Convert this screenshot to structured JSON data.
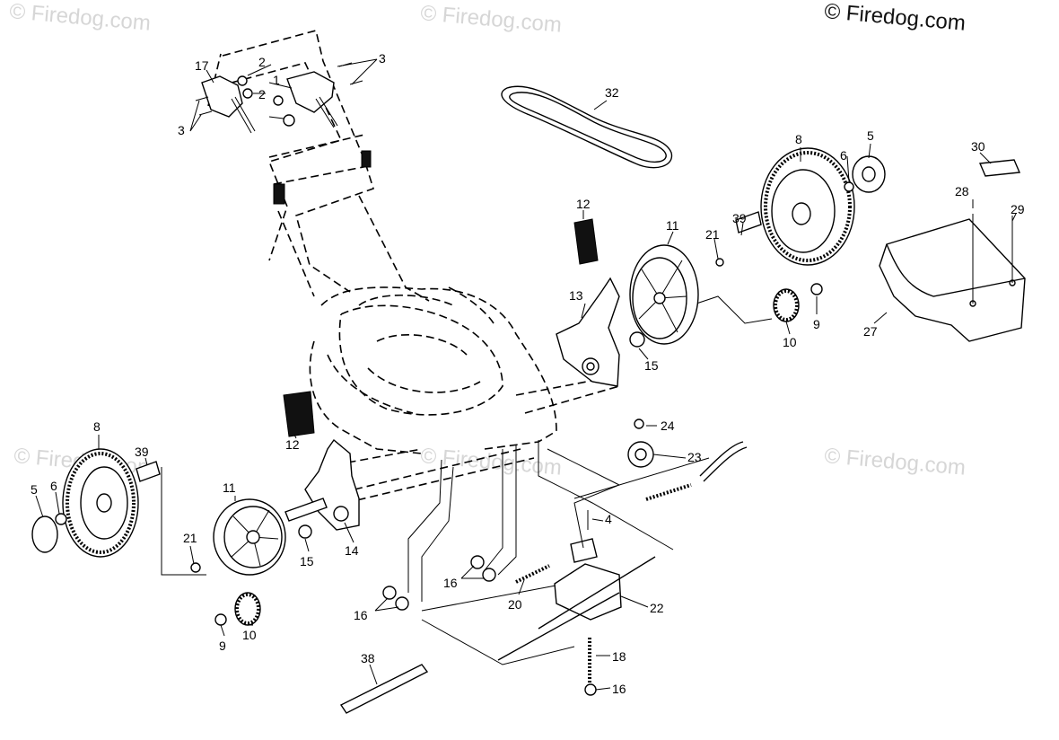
{
  "watermarks": {
    "main": "© Firedog.com",
    "faint": "© Firedog.com"
  },
  "callouts": {
    "c1": "1",
    "c2a": "2",
    "c2b": "2",
    "c3a": "3",
    "c3b": "3",
    "c17": "17",
    "c32": "32",
    "c8r": "8",
    "c6r": "6",
    "c5r": "5",
    "c30": "30",
    "c28": "28",
    "c29": "29",
    "c27": "27",
    "c12r": "12",
    "c11r": "11",
    "c21r": "21",
    "c39r": "39",
    "c13": "13",
    "c15r": "15",
    "c10r": "10",
    "c9r": "9",
    "c24": "24",
    "c23": "23",
    "c4": "4",
    "c8l": "8",
    "c39l": "39",
    "c5l": "5",
    "c6l": "6",
    "c21l": "21",
    "c12l": "12",
    "c11l": "11",
    "c15l": "15",
    "c14": "14",
    "c9l": "9",
    "c10l": "10",
    "c16a": "16",
    "c16b": "16",
    "c16c": "16",
    "c20": "20",
    "c22": "22",
    "c18": "18",
    "c38": "38"
  },
  "colors": {
    "line": "#000000",
    "background": "#ffffff",
    "watermark": "#d6d6d6"
  }
}
